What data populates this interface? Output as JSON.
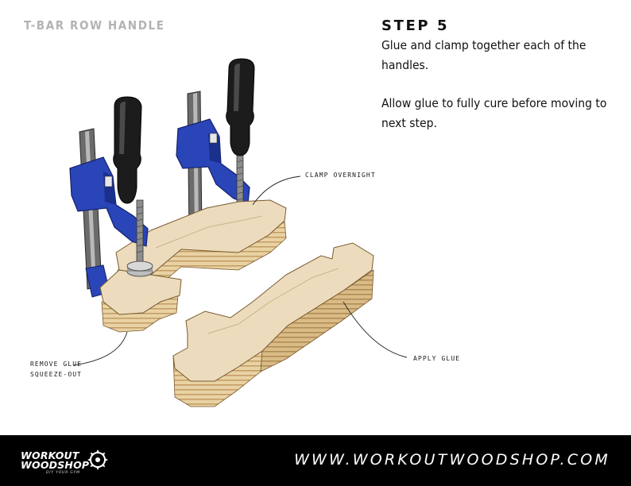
{
  "document": {
    "title": "T-BAR ROW HANDLE"
  },
  "step": {
    "heading": "STEP 5",
    "paragraphs": [
      "Glue and clamp together each of the handles.",
      "Allow glue to fully cure before moving to next step."
    ]
  },
  "callouts": {
    "clamp_overnight": "CLAMP OVERNIGHT",
    "apply_glue": "APPLY GLUE",
    "remove_glue_line1": "REMOVE GLUE",
    "remove_glue_line2": "SQUEEZE-OUT"
  },
  "footer": {
    "logo_line1": "WORKOUT",
    "logo_line2": "WOODSHOP",
    "logo_tagline": "DIY YOUR GYM",
    "website": "WWW.WORKOUTWOODSHOP.COM"
  },
  "colors": {
    "clamp_blue": "#2a45b8",
    "plywood_face": "#ecdcbd",
    "plywood_edge_light": "#e7cf9f",
    "plywood_edge_dark": "#c9a672",
    "handle_black": "#1a1a1a",
    "footer_bg": "#000000",
    "title_gray": "#b3b3b3"
  }
}
